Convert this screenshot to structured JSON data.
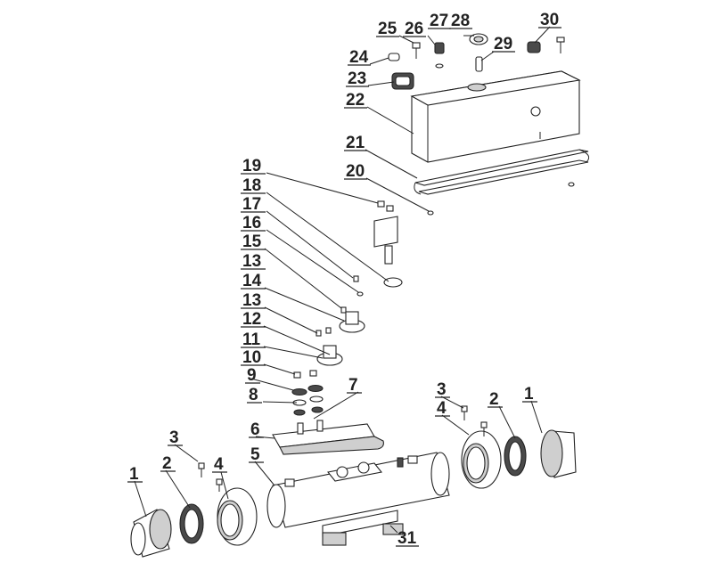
{
  "diagram": {
    "callouts": [
      {
        "label": "1"
      },
      {
        "label": "1"
      },
      {
        "label": "2"
      },
      {
        "label": "2"
      },
      {
        "label": "3"
      },
      {
        "label": "3"
      },
      {
        "label": "4"
      },
      {
        "label": "4"
      },
      {
        "label": "5"
      },
      {
        "label": "6"
      },
      {
        "label": "7"
      },
      {
        "label": "8"
      },
      {
        "label": "9"
      },
      {
        "label": "10"
      },
      {
        "label": "11"
      },
      {
        "label": "12"
      },
      {
        "label": "13"
      },
      {
        "label": "13"
      },
      {
        "label": "14"
      },
      {
        "label": "15"
      },
      {
        "label": "16"
      },
      {
        "label": "17"
      },
      {
        "label": "18"
      },
      {
        "label": "19"
      },
      {
        "label": "20"
      },
      {
        "label": "21"
      },
      {
        "label": "22"
      },
      {
        "label": "23"
      },
      {
        "label": "24"
      },
      {
        "label": "25"
      },
      {
        "label": "26"
      },
      {
        "label": "27"
      },
      {
        "label": "28"
      },
      {
        "label": "29"
      },
      {
        "label": "30"
      },
      {
        "label": "31"
      }
    ]
  }
}
